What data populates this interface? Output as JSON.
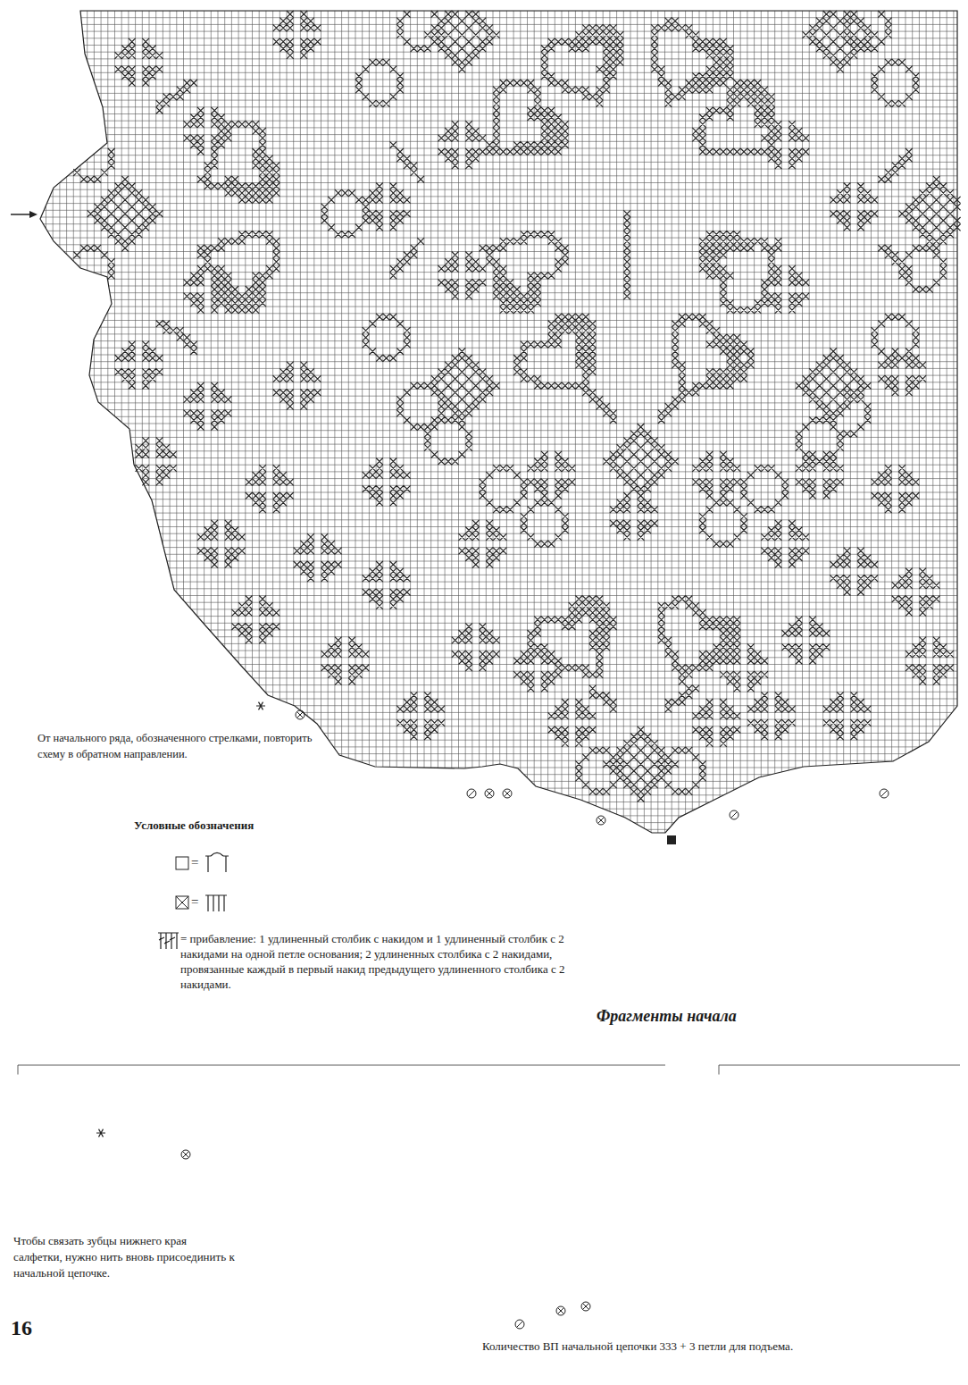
{
  "diagram": {
    "labels": [
      "От начального ряда, обозначенного стрелками, повторить схему в обратном направлении.",
      "Условные обозначения",
      "Фрагменты начала",
      "Чтобы связать зубцы нижнего края салфетки, нужно нить вновь присоединить к начальной цепочке.",
      "16",
      "Количество ВП начальной цепочки 333 + 3 петли для подъема."
    ],
    "legend": [
      {
        "text": "="
      },
      {
        "text": "="
      },
      {
        "text": "= прибавление: 1 удлиненный столбик с накидом и 1 удлиненный столбик с 2 накидами на одной петле основания; 2 удлиненных столбика с 2 накидами, провязанные каждый в первый накид предыдущего удлиненного столбика с 2 накидами."
      }
    ]
  }
}
